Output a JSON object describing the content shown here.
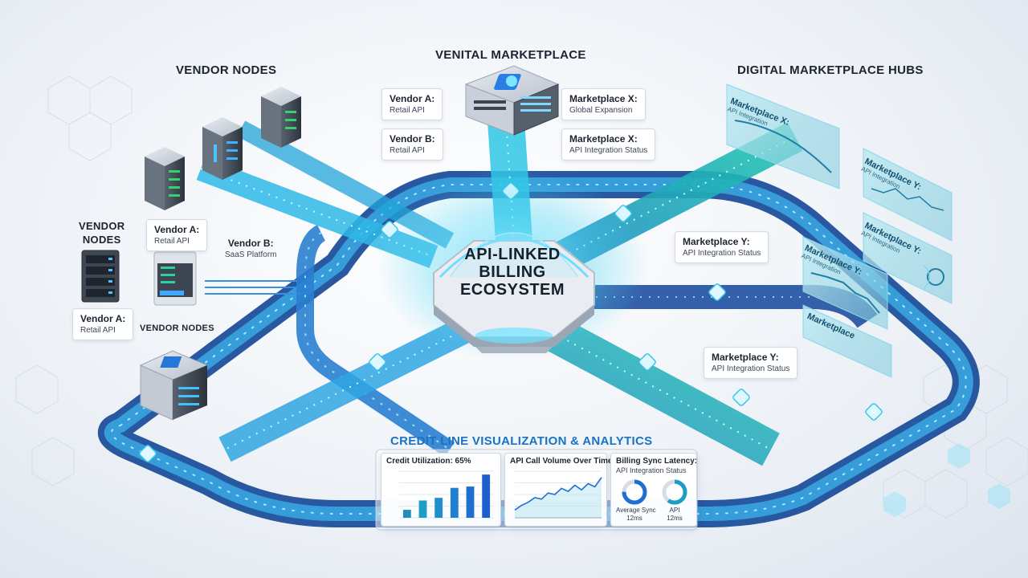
{
  "headings": {
    "vendor_nodes_top": "VENDOR NODES",
    "marketplace_top": "VENITAL MARKETPLACE",
    "hubs": "DIGITAL MARKETPLACE HUBS",
    "vendor_nodes_left": "VENDOR\nNODES",
    "vendor_nodes_bottom": "VENDOR NODES"
  },
  "core": {
    "label": "API-LINKED BILLING ECOSYSTEM"
  },
  "vendor_cards": [
    {
      "title": "Vendor A:",
      "subtitle": "Retail API"
    },
    {
      "title": "Vendor B:",
      "subtitle": "Retail API"
    },
    {
      "title": "Vendor A:",
      "subtitle": "Retail API"
    },
    {
      "title": "Vendor B:",
      "subtitle": "SaaS Platform"
    },
    {
      "title": "Vendor A:",
      "subtitle": "Retail API"
    }
  ],
  "marketplace_cards": [
    {
      "title": "Marketplace X:",
      "subtitle": "Global Expansion"
    },
    {
      "title": "Marketplace X:",
      "subtitle": "API Integration Status"
    },
    {
      "title": "Marketplace Y:",
      "subtitle": "API Integration Status"
    },
    {
      "title": "Marketplace Y:",
      "subtitle": "API Integration Status"
    }
  ],
  "hub_panels": [
    {
      "title": "Marketplace X:",
      "subtitle": "API Integration"
    },
    {
      "title": "Marketplace Y:",
      "subtitle": "API Integration"
    },
    {
      "title": "Marketplace Y:",
      "subtitle": "API Integration"
    },
    {
      "title": "Marketplace Y:",
      "subtitle": "API Integration"
    },
    {
      "title": "Marketplace",
      "subtitle": ""
    }
  ],
  "analytics": {
    "title": "CREDIT LINE VISUALIZATION & ANALYTICS",
    "credit": {
      "title": "Credit Utilization: 65%",
      "chart_data": {
        "type": "bar",
        "title": "Credit Utilization: 65%",
        "categories": [
          "",
          "",
          "",
          "",
          "",
          ""
        ],
        "values": [
          12,
          26,
          30,
          45,
          47,
          65
        ],
        "ylim": [
          0,
          70
        ]
      }
    },
    "volume": {
      "title": "API Call Volume Over Time",
      "chart_data": {
        "type": "line",
        "title": "API Call Volume Over Time",
        "x": [
          1,
          2,
          3,
          4,
          5,
          6,
          7,
          8,
          9,
          10,
          11,
          12,
          13,
          14
        ],
        "values": [
          10,
          16,
          20,
          26,
          24,
          32,
          30,
          38,
          34,
          42,
          36,
          44,
          40,
          52
        ],
        "ylim": [
          0,
          60
        ]
      }
    },
    "latency": {
      "title": "Billing Sync Latency:",
      "subtitle": "API Integration Status",
      "gauges": [
        {
          "label": "Average Sync\n12ms",
          "value": 0.75
        },
        {
          "label": "API\n12ms",
          "value": 0.6
        }
      ]
    }
  },
  "colors": {
    "pipe_dark": "#1e4f9c",
    "pipe_light": "#35c3e6",
    "accent": "#1a73c2",
    "server_body": "#4a5462",
    "glow": "#3fd7ff"
  }
}
